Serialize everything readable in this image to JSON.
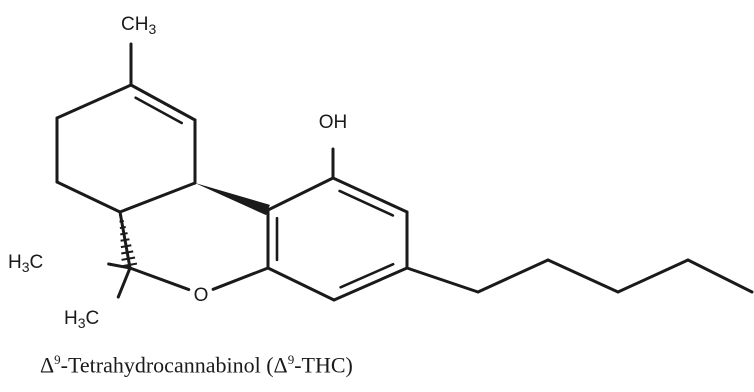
{
  "molecule": {
    "atoms": [
      {
        "id": "c_me_top",
        "text": "CH3"
      },
      {
        "id": "c_oh",
        "text": "OH"
      },
      {
        "id": "c_h3c_a",
        "text": "H3C"
      },
      {
        "id": "c_h3c_b",
        "text": "H3C"
      },
      {
        "id": "o_ring",
        "text": "O"
      }
    ]
  },
  "caption": {
    "delta": "Δ",
    "sup": "9",
    "name": "-Tetrahydrocannabinol (",
    "delta2": "Δ",
    "sup2": "9",
    "abbrev": "-THC)"
  }
}
